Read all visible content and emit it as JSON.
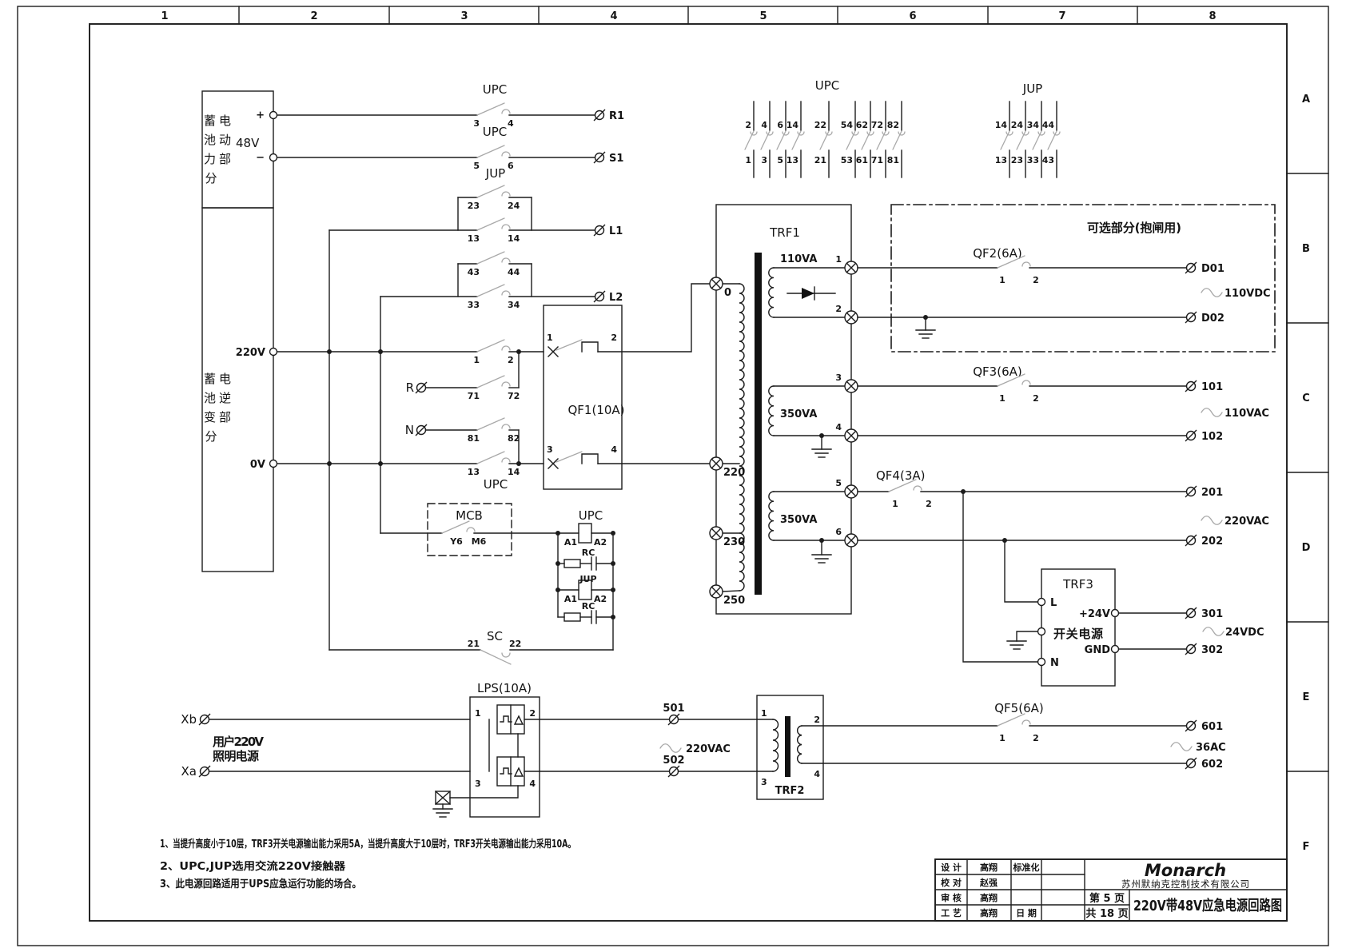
{
  "frame": {
    "columns": [
      "1",
      "2",
      "3",
      "4",
      "5",
      "6",
      "7",
      "8"
    ],
    "rows": [
      "A",
      "B",
      "C",
      "D",
      "E",
      "F"
    ]
  },
  "battery": {
    "power_lines": [
      "蓄电",
      "池动",
      "力部",
      "分"
    ],
    "voltage": "48V",
    "plus": "+",
    "minus": "−",
    "inverter_lines": [
      "蓄电",
      "池逆",
      "变部",
      "分"
    ],
    "v220": "220V",
    "v0": "0V"
  },
  "sw": {
    "r1": {
      "label": "UPC",
      "a": "3",
      "b": "4",
      "term": "R1"
    },
    "s1": {
      "label": "UPC",
      "a": "5",
      "b": "6",
      "term": "S1"
    },
    "l1": {
      "label": "JUP",
      "top_a": "23",
      "top_b": "24",
      "bot_a": "13",
      "bot_b": "14",
      "term": "L1"
    },
    "l2": {
      "top_a": "43",
      "top_b": "44",
      "bot_a": "33",
      "bot_b": "34",
      "term": "L2"
    },
    "s220": {
      "a": "1",
      "b": "2"
    },
    "sr": {
      "src": "R",
      "a": "71",
      "b": "72"
    },
    "sn": {
      "src": "N",
      "a": "81",
      "b": "82"
    },
    "s0": {
      "a": "13",
      "b": "14",
      "label": "UPC"
    }
  },
  "qf1": {
    "label": "QF1(10A)",
    "n1": "1",
    "n2": "2",
    "n3": "3",
    "n4": "4"
  },
  "mcb": {
    "label": "MCB",
    "a": "Y6",
    "b": "M6"
  },
  "coils": {
    "upc": {
      "label": "UPC",
      "a1": "A1",
      "a2": "A2"
    },
    "rc1": "RC",
    "jup": {
      "label": "JUP",
      "a1": "A1",
      "a2": "A2"
    },
    "rc2": "RC"
  },
  "sc": {
    "label": "SC",
    "a": "21",
    "b": "22"
  },
  "trf1": {
    "label": "TRF1",
    "tap0": "0",
    "tap220": "220",
    "tap230": "230",
    "tap250": "250",
    "w1": {
      "va": "110VA",
      "t": "1",
      "b": "2"
    },
    "w2": {
      "va": "350VA",
      "t": "3",
      "b": "4"
    },
    "w3": {
      "va": "350VA",
      "t": "5",
      "b": "6"
    }
  },
  "upc_bank": {
    "label": "UPC",
    "top": [
      "2",
      "4",
      "6",
      "14",
      "22",
      "54",
      "62",
      "72",
      "82"
    ],
    "bottom": [
      "1",
      "3",
      "5",
      "13",
      "21",
      "53",
      "61",
      "71",
      "81"
    ]
  },
  "jup_bank": {
    "label": "JUP",
    "top": [
      "14",
      "24",
      "34",
      "44"
    ],
    "bottom": [
      "13",
      "23",
      "33",
      "43"
    ]
  },
  "optional": {
    "label": "可选部分(抱闸用)"
  },
  "qf2": {
    "label": "QF2(6A)",
    "n1": "1",
    "n2": "2"
  },
  "qf3": {
    "label": "QF3(6A)",
    "n1": "1",
    "n2": "2"
  },
  "qf4": {
    "label": "QF4(3A)",
    "n1": "1",
    "n2": "2"
  },
  "qf5": {
    "label": "QF5(6A)",
    "n1": "1",
    "n2": "2"
  },
  "outs": {
    "d01": "D01",
    "d02": "D02",
    "v110dc": "110VDC",
    "o101": "101",
    "o102": "102",
    "v110ac": "110VAC",
    "o201": "201",
    "o202": "202",
    "v220ac": "220VAC",
    "o301": "301",
    "o302": "302",
    "v24dc": "24VDC",
    "o601": "601",
    "o602": "602",
    "v36ac": "36AC"
  },
  "trf3": {
    "label": "TRF3",
    "name": "开关电源",
    "l": "L",
    "n": "N",
    "p24": "+24V",
    "gnd": "GND"
  },
  "lps": {
    "label": "LPS(10A)",
    "n1": "1",
    "n2": "2",
    "n3": "3",
    "n4": "4"
  },
  "user": {
    "xb": "Xb",
    "xa": "Xa",
    "line1": "用户220V",
    "line2": "照明电源",
    "t501": "501",
    "t502": "502",
    "vac": "220VAC"
  },
  "trf2": {
    "label": "TRF2",
    "n1": "1",
    "n2": "2",
    "n3": "3",
    "n4": "4"
  },
  "notes": [
    "1、当提升高度小于10层，TRF3开关电源输出能力采用5A，当提升高度大于10层时，TRF3开关电源输出能力采用10A。",
    "2、UPC,JUP选用交流220V接触器",
    "3、此电源回路适用于UPS应急运行功能的场合。"
  ],
  "tb": {
    "design_label": "设 计",
    "design_name": "高翔",
    "std_label": "标准化",
    "check_label": "校 对",
    "check_name": "赵强",
    "audit_label": "审 核",
    "audit_name": "高翔",
    "process_label": "工 艺",
    "process_name": "高翔",
    "date_label": "日 期",
    "page": "第 5 页",
    "pages": "共 18 页",
    "logo": "Monarch",
    "company": "苏州默纳克控制技术有限公司",
    "title": "220V带48V应急电源回路图"
  }
}
